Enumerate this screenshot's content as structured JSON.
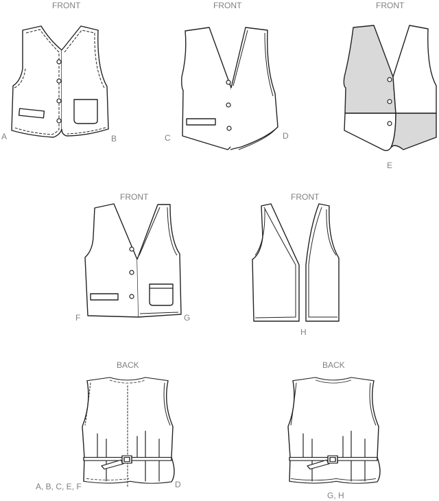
{
  "views": [
    {
      "heading": "FRONT",
      "labels": [
        "A",
        "B"
      ]
    },
    {
      "heading": "FRONT",
      "labels": [
        "C",
        "D"
      ]
    },
    {
      "heading": "FRONT",
      "labels": [
        "E"
      ]
    },
    {
      "heading": "FRONT",
      "labels": [
        "F",
        "G"
      ]
    },
    {
      "heading": "FRONT",
      "labels": [
        "H"
      ]
    },
    {
      "heading": "BACK",
      "labels": [
        "A, B, C, E, F",
        "D"
      ]
    },
    {
      "heading": "BACK",
      "labels": [
        "G, H"
      ]
    }
  ],
  "colors": {
    "line": "#222222",
    "contrast_fabric": "#d9d9d9",
    "label": "#808080"
  }
}
